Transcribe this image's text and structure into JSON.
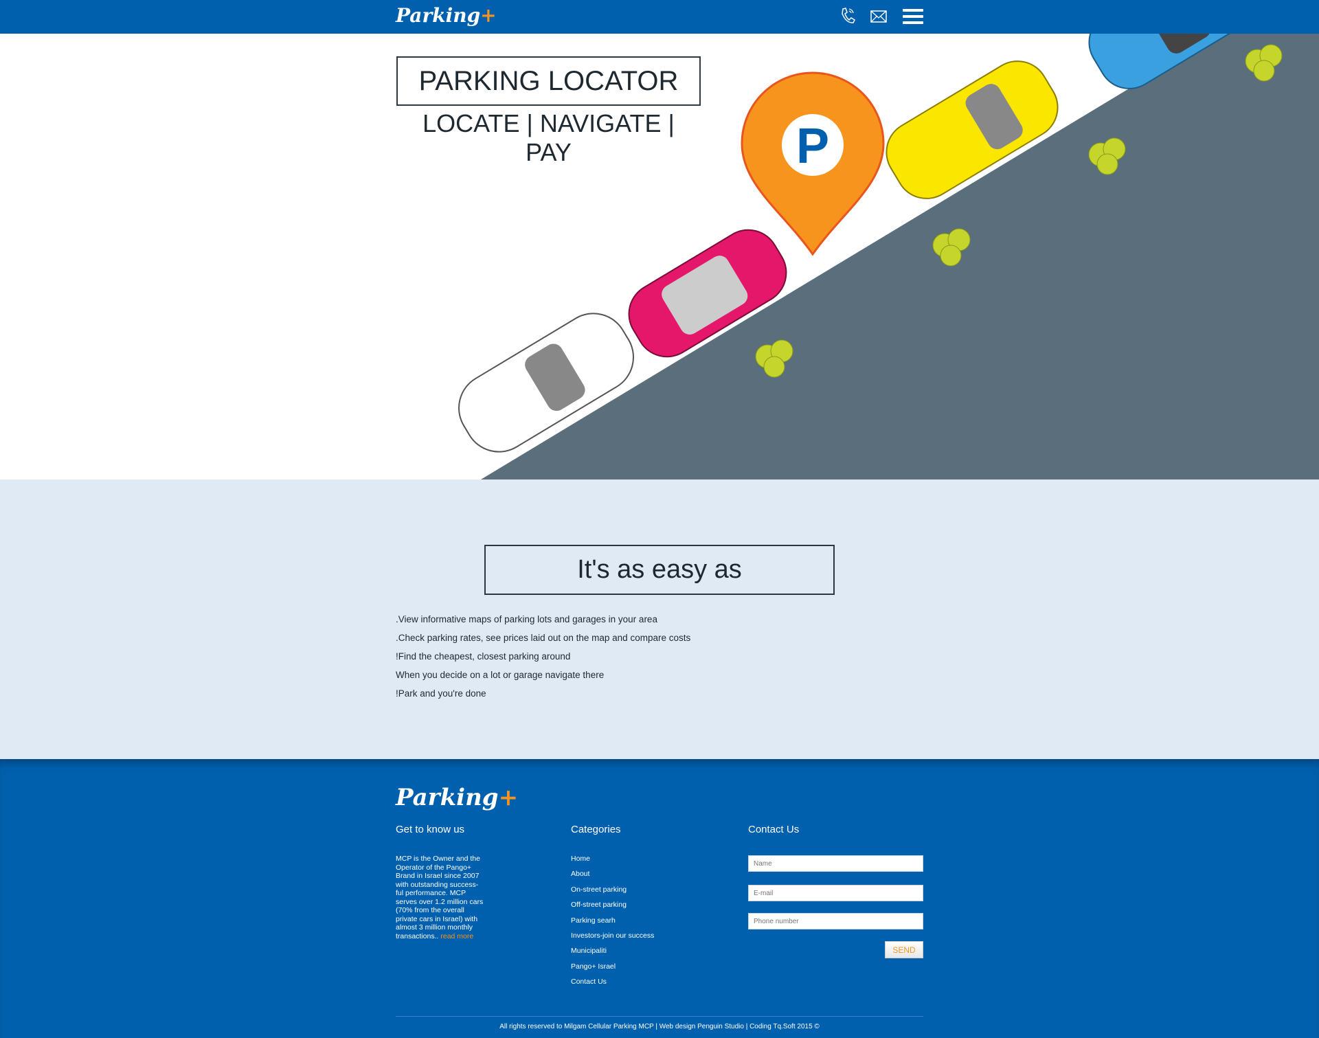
{
  "header": {
    "logo": "Parking",
    "logo_plus": "+",
    "icons": [
      "phone-icon",
      "mail-icon",
      "menu-icon"
    ]
  },
  "hero": {
    "title": "PARKING LOCATOR",
    "subtitle": "LOCATE | NAVIGATE | PAY",
    "pin_letter": "P"
  },
  "easy": {
    "heading": "It's as easy as",
    "steps": [
      ".View informative maps of parking lots and garages in your area",
      ".Check parking rates, see prices laid out on the map and compare costs",
      "!Find the cheapest, closest parking around",
      "When you decide on a lot or garage navigate there",
      "!Park and you're done"
    ]
  },
  "footer": {
    "logo": "Parking",
    "logo_plus": "+",
    "about_heading": "Get to know us",
    "about_text": "MCP is the Owner and the Operator of the Pango+ Brand in Israel since 2007 with outstanding success-ful performance.  MCP serves over 1.2 million cars (70% from the overall private cars in Israel) with almost 3 million monthly transactions..",
    "read_more": "read more",
    "categories_heading": "Categories",
    "categories": [
      "Home",
      "About",
      "On-street parking",
      "Off-street parking",
      "Parking searh",
      "Investors-join our success",
      "Municipaliti",
      "Pango+ Israel",
      "Contact Us"
    ],
    "contact_heading": "Contact Us",
    "name_placeholder": "Name",
    "email_placeholder": "E-mail",
    "phone_placeholder": "Phone number",
    "send": "SEND",
    "copyright": "All rights reserved to Milgam Cellular Parking MCP | Web design Penguin Studio | Coding Tq.Soft 2015 ©"
  },
  "colors": {
    "brand": "#0060ae",
    "accent": "#f7941d",
    "light": "#e0eaf4"
  }
}
